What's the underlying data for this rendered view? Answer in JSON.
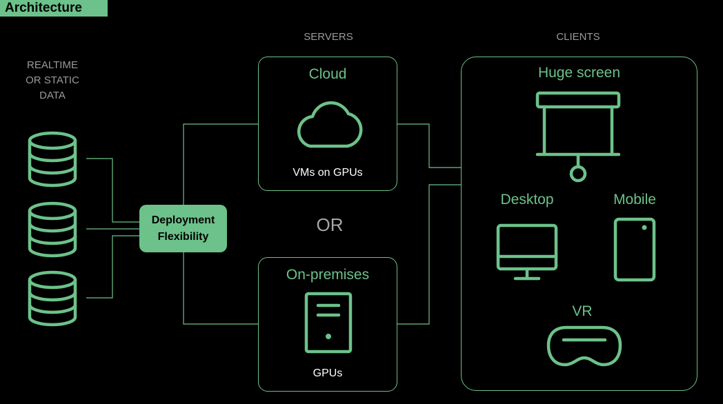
{
  "header": {
    "tag": "Architecture"
  },
  "data_source": {
    "label_lines": [
      "REALTIME",
      "OR STATIC",
      "DATA"
    ]
  },
  "deployment": {
    "lines": [
      "Deployment",
      "Flexibility"
    ]
  },
  "servers": {
    "heading": "SERVERS",
    "cloud": {
      "title": "Cloud",
      "caption": "VMs on GPUs",
      "icon": "cloud-icon"
    },
    "or_text": "OR",
    "onprem": {
      "title": "On-premises",
      "caption": "GPUs",
      "icon": "server-tower-icon"
    }
  },
  "clients": {
    "heading": "CLIENTS",
    "huge_screen": {
      "title": "Huge screen",
      "icon": "projector-screen-icon"
    },
    "desktop": {
      "title": "Desktop",
      "icon": "monitor-icon"
    },
    "mobile": {
      "title": "Mobile",
      "icon": "phone-icon"
    },
    "vr": {
      "title": "VR",
      "icon": "vr-headset-icon"
    }
  },
  "colors": {
    "accent": "#6cc28a",
    "background": "#000000",
    "muted": "#9a9a9a"
  }
}
